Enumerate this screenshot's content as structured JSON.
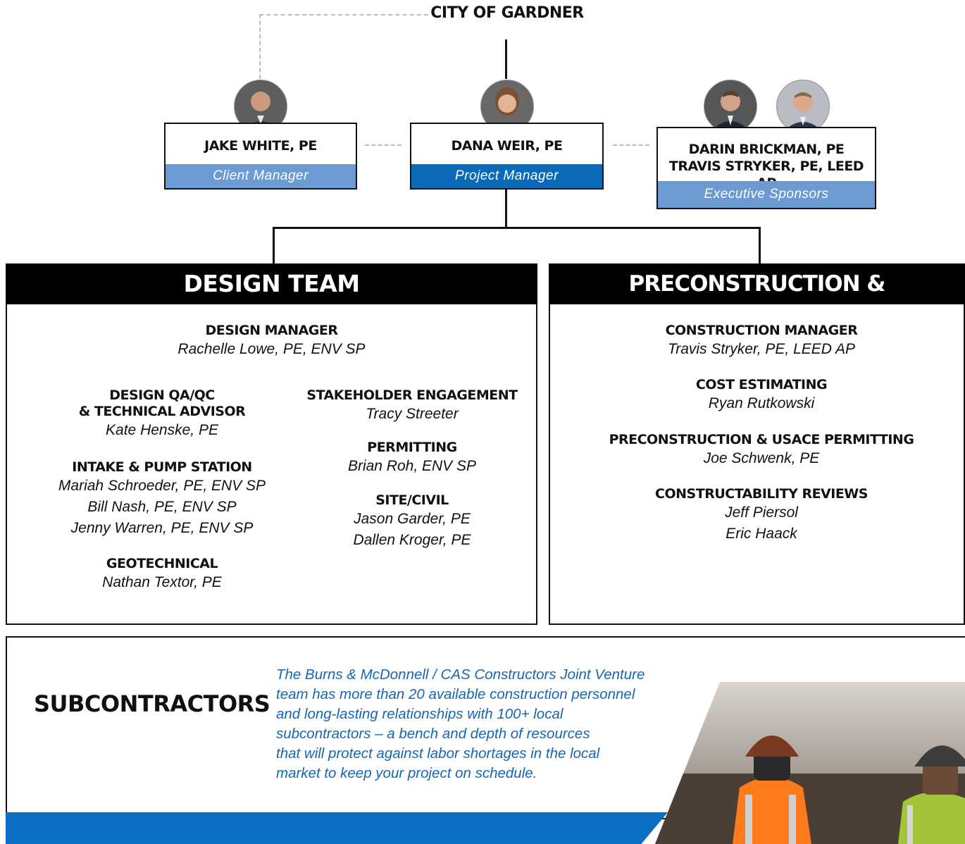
{
  "top": {
    "client": "CITY OF GARDNER"
  },
  "people": {
    "client_manager": {
      "name": "JAKE WHITE, PE",
      "role": "Client Manager"
    },
    "project_manager": {
      "name": "DANA WEIR, PE",
      "role": "Project Manager"
    },
    "executive": {
      "name1": "DARIN BRICKMAN, PE",
      "name2": "TRAVIS STRYKER, PE, LEED AP",
      "role": "Executive Sponsors"
    }
  },
  "design_team": {
    "title": "DESIGN TEAM",
    "manager": {
      "title": "DESIGN MANAGER",
      "people": [
        "Rachelle Lowe, PE, ENV SP"
      ]
    },
    "qaqc": {
      "title1": "DESIGN QA/QC",
      "title2": "& TECHNICAL ADVISOR",
      "people": [
        "Kate Henske, PE"
      ]
    },
    "intake": {
      "title": "INTAKE & PUMP STATION",
      "people": [
        "Mariah Schroeder, PE, ENV SP",
        "Bill Nash, PE, ENV SP",
        "Jenny Warren, PE, ENV SP"
      ]
    },
    "geo": {
      "title": "GEOTECHNICAL",
      "people": [
        "Nathan Textor, PE"
      ]
    },
    "stakeholder": {
      "title": "STAKEHOLDER ENGAGEMENT",
      "people": [
        "Tracy Streeter"
      ]
    },
    "permitting": {
      "title": "PERMITTING",
      "people": [
        "Brian Roh, ENV SP"
      ]
    },
    "sitecivil": {
      "title": "SITE/CIVIL",
      "people": [
        "Jason Garder, PE",
        "Dallen Kroger, PE"
      ]
    }
  },
  "construction": {
    "title": "PRECONSTRUCTION & CONSTRUCTION",
    "manager": {
      "title": "CONSTRUCTION MANAGER",
      "people": [
        "Travis Stryker, PE, LEED AP"
      ]
    },
    "cost": {
      "title": "COST ESTIMATING",
      "people": [
        "Ryan Rutkowski"
      ]
    },
    "precon": {
      "title": "PRECONSTRUCTION & USACE PERMITTING",
      "people": [
        "Joe Schwenk, PE"
      ]
    },
    "reviews": {
      "title": "CONSTRUCTABILITY REVIEWS",
      "people": [
        "Jeff Piersol",
        "Eric Haack"
      ]
    }
  },
  "subcontractors": {
    "title": "SUBCONTRACTORS",
    "text_lines": [
      "The Burns & McDonnell / CAS Constructors Joint Venture",
      "team has more than 20 available construction personnel",
      "and long-lasting relationships with 100+ local",
      "subcontractors – a bench and depth of resources",
      "that will protect against labor shortages in the local",
      "market to keep your project on schedule."
    ]
  },
  "colors": {
    "light_blue": "#6b9bd2",
    "dark_blue": "#0a6ab8",
    "bar_blue": "#0a6fc2",
    "text_blue": "#1466b8"
  }
}
